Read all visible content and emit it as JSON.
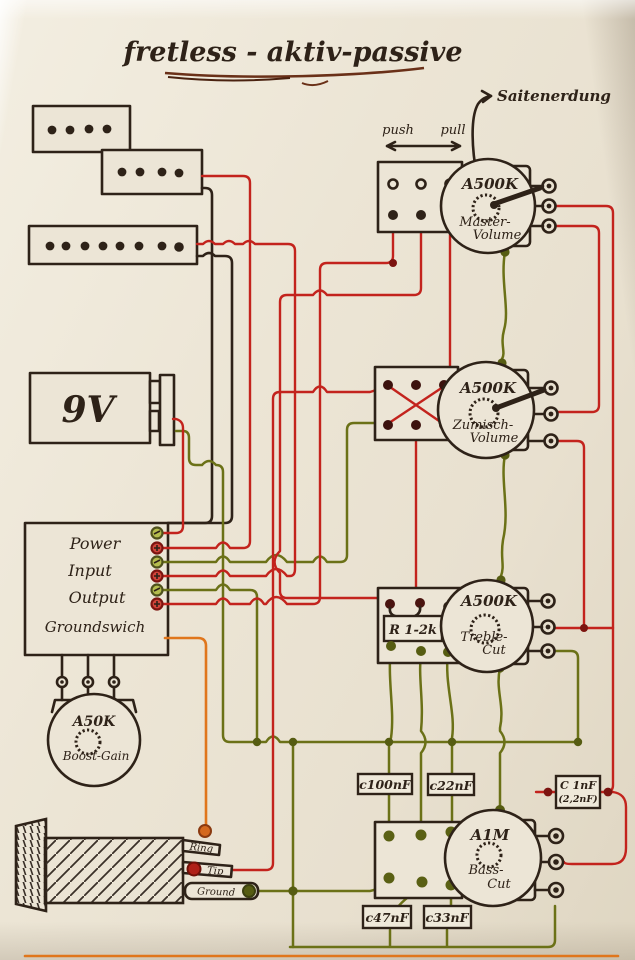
{
  "title": "fretless - aktiv-passive",
  "annotations": {
    "saitenerdung": "Saitenerdung",
    "push": "push",
    "pull": "pull"
  },
  "battery": {
    "label": "9V"
  },
  "preamp": {
    "power": "Power",
    "input": "Input",
    "output": "Output",
    "groundswitch": "Groundswich"
  },
  "pots": {
    "master": {
      "value": "A500K",
      "line1": "Master-",
      "line2": "Volume"
    },
    "blend": {
      "value": "A500K",
      "line1": "Zumisch-",
      "line2": "Volume"
    },
    "treble": {
      "value": "A500K",
      "line1": "Treble-",
      "line2": "Cut"
    },
    "bass": {
      "value": "A1M",
      "line1": "Bass-",
      "line2": "Cut"
    },
    "boost": {
      "value": "A50K",
      "line1": "Boost-Gain"
    }
  },
  "resistor": {
    "label": "R 1-2k"
  },
  "capacitors": {
    "c100": "c100nF",
    "c22": "c22nF",
    "c1": "C 1nF",
    "c1_alt": "(2,2nF)",
    "c47": "c47nF",
    "c33": "c33nF"
  },
  "jack": {
    "ring": "Ring",
    "tip": "Tip",
    "ground": "Ground"
  },
  "colors": {
    "ink": "#2e2218",
    "red": "#c3231d",
    "olive": "#6b7117",
    "orange": "#e0761c",
    "paper": "#ece4d3"
  }
}
